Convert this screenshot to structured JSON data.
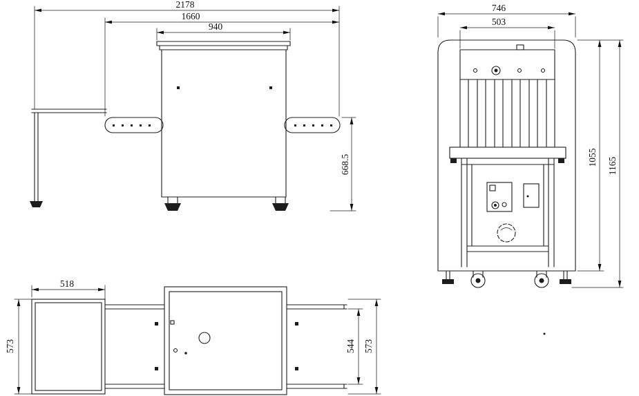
{
  "views": {
    "side": {
      "dims": {
        "overall_length": "2178",
        "conveyor_length": "1660",
        "body_length": "940",
        "belt_height": "668.5"
      }
    },
    "front": {
      "dims": {
        "overall_width": "746",
        "tunnel_width": "503",
        "cabinet_height": "1055",
        "overall_height": "1165"
      }
    },
    "top": {
      "dims": {
        "table_length": "518",
        "left_depth": "573",
        "belt_width": "544",
        "right_depth": "573"
      }
    }
  }
}
